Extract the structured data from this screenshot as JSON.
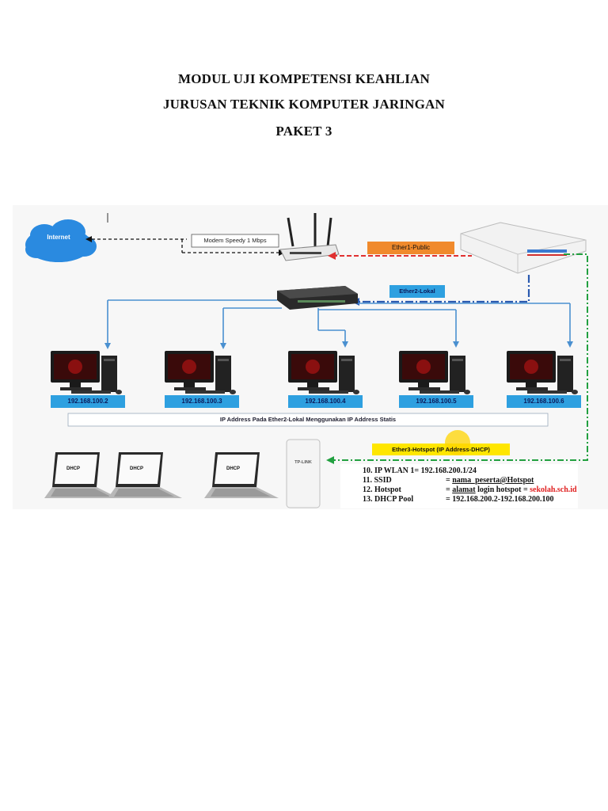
{
  "header": {
    "line1": "MODUL UJI KOMPETENSI KEAHLIAN",
    "line2": "JURUSAN TEKNIK KOMPUTER JARINGAN",
    "line3": "PAKET 3"
  },
  "diagram": {
    "internet_label": "Internet",
    "modem_label": "Modem Speedy 1 Mbps",
    "ether1_label": "Ether1-Public",
    "ether2_label": "Ether2-Lokal",
    "ether3_label": "Ether3-Hotspot (IP Address-DHCP)",
    "static_note": "IP Address Pada Ether2-Lokal Menggunakan IP Address Statis",
    "ap_brand": "TP-LINK",
    "pcs": [
      {
        "ip": "192.168.100.2"
      },
      {
        "ip": "192.168.100.3"
      },
      {
        "ip": "192.168.100.4"
      },
      {
        "ip": "192.168.100.5"
      },
      {
        "ip": "192.168.100.6"
      }
    ],
    "laptops": [
      {
        "label": "DHCP"
      },
      {
        "label": "DHCP"
      },
      {
        "label": "DHCP"
      }
    ],
    "config": {
      "row10_key": "10. IP WLAN 1= 192.168.200.1/24",
      "row11_key": "11. SSID",
      "row11_eq": "= ",
      "row11_val": "nama_peserta@Hotspot",
      "row12_key": "12. Hotspot",
      "row12_eq": "= ",
      "row12_val_a": "alamat",
      "row12_val_b": " login hotspot = ",
      "row12_val_c": "sekolah.sch.id",
      "row13_key": "13. DHCP Pool",
      "row13_val": "= 192.168.200.2-192.168.200.100"
    },
    "colors": {
      "ip_box": "#2ea0e0",
      "ether1": "#f08a2c",
      "ether3": "#ffe600",
      "green_link": "#22a040",
      "blue_link": "#2a78c8",
      "red_link": "#e03030"
    }
  }
}
